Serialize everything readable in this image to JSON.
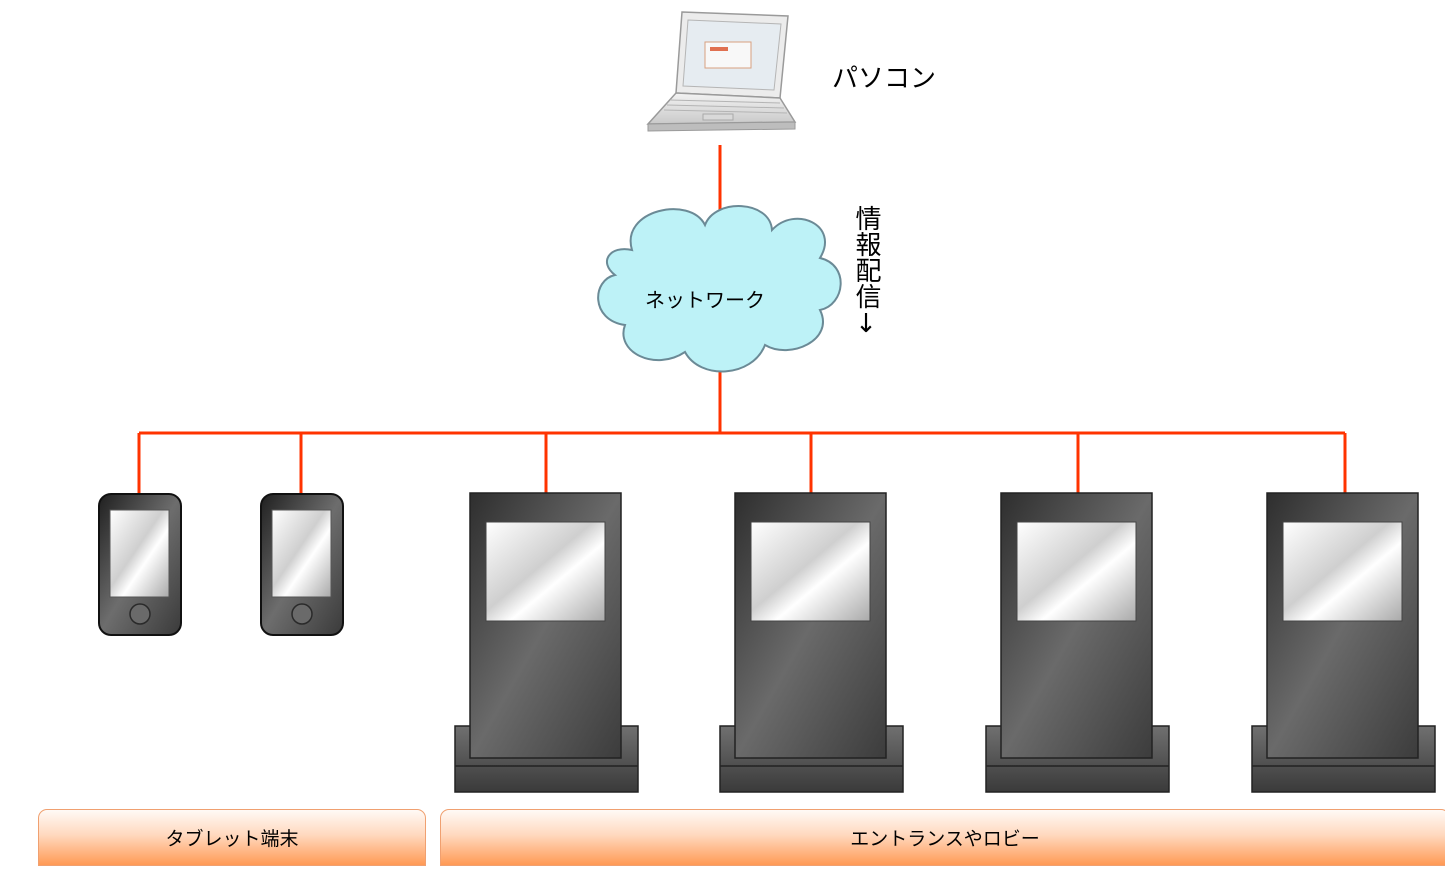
{
  "labels": {
    "pc": "パソコン",
    "network": "ネットワーク",
    "flow": "情報配信↓"
  },
  "categories": {
    "tablet": "タブレット端末",
    "entrance": "エントランスやロビー"
  },
  "colors": {
    "line": "#ff3300",
    "cloud_fill": "#bdf2f7",
    "cloud_stroke": "#6b8a96",
    "device_dark": "#3a3a3a",
    "bar_gradient_end": "#ff9a55"
  },
  "icons": {
    "pc": "laptop-icon",
    "network": "cloud-icon",
    "tablet": "tablet-icon",
    "signage": "digital-signage-icon"
  }
}
